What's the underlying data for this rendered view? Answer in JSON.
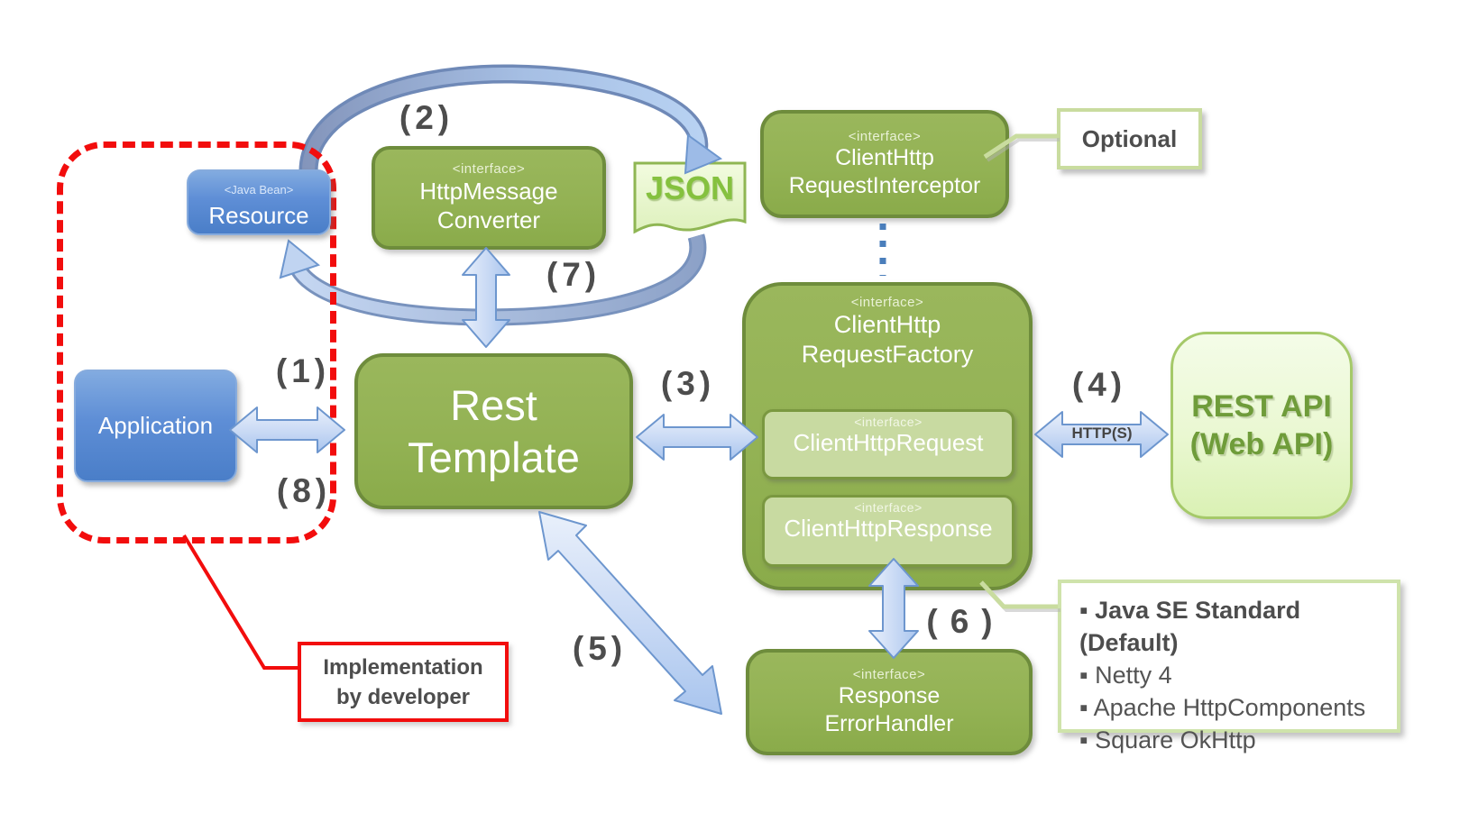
{
  "steps": {
    "s1": "(1)",
    "s2": "(2)",
    "s3": "(3)",
    "s4": "(4)",
    "s5": "(5)",
    "s6": "(6)",
    "s7": "(7)",
    "s8": "(8)"
  },
  "boxes": {
    "application": {
      "label": "Application"
    },
    "resource": {
      "stereotype": "<Java Bean>",
      "label": "Resource"
    },
    "rest_template": {
      "line1": "Rest",
      "line2": "Template"
    },
    "converter": {
      "stereotype": "<interface>",
      "line1": "HttpMessage",
      "line2": "Converter"
    },
    "json": {
      "label": "JSON"
    },
    "interceptor": {
      "stereotype": "<interface>",
      "line1": "ClientHttp",
      "line2": "RequestInterceptor"
    },
    "factory": {
      "stereotype": "<interface>",
      "line1": "ClientHttp",
      "line2": "RequestFactory"
    },
    "request": {
      "stereotype": "<interface>",
      "label": "ClientHttpRequest"
    },
    "response": {
      "stereotype": "<interface>",
      "label": "ClientHttpResponse"
    },
    "rest_api": {
      "line1": "REST API",
      "line2": "(Web API)"
    },
    "error_handler": {
      "stereotype": "<interface>",
      "line1": "Response",
      "line2": "ErrorHandler"
    }
  },
  "callouts": {
    "optional": "Optional",
    "implementation_line1": "Implementation",
    "implementation_line2": "by developer",
    "http_label": "HTTP(S)",
    "infra_items": [
      "▪ Java SE Standard (Default)",
      "▪ Netty 4",
      "▪ Apache HttpComponents",
      "▪ Square OkHttp"
    ]
  },
  "colors": {
    "green_box": "#93b254",
    "green_border": "#6e8c3c",
    "inner_green": "#c8daa1",
    "blue_box": "#5e8ed6",
    "arrow_blue": "#c4d7f2",
    "arrow_border": "#6d96ce",
    "red_accent": "#f20d0d",
    "label_gray": "#4d4d4d",
    "callout_green": "#c9dc9f",
    "json_green_text": "#85c13f"
  }
}
